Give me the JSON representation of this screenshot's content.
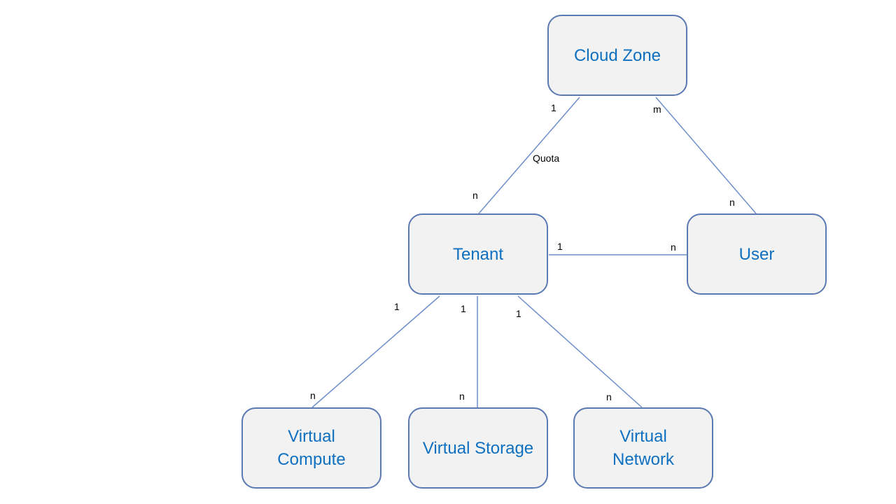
{
  "colors": {
    "node_fill": "#f2f2f2",
    "node_border": "#5b79b3",
    "node_text": "#0f70c0",
    "edge": "#6d8fcb",
    "label_text": "#000000"
  },
  "nodes": {
    "cloud_zone": "Cloud Zone",
    "tenant": "Tenant",
    "user": "User",
    "virtual_compute": "Virtual\nCompute",
    "virtual_storage": "Virtual Storage",
    "virtual_network": "Virtual\nNetwork"
  },
  "edges": {
    "cloudzone_tenant": {
      "from": "1",
      "to": "n",
      "name": "Quota"
    },
    "cloudzone_user": {
      "from": "m",
      "to": "n"
    },
    "tenant_user": {
      "from": "1",
      "to": "n"
    },
    "tenant_compute": {
      "from": "1",
      "to": "n"
    },
    "tenant_storage": {
      "from": "1",
      "to": "n"
    },
    "tenant_network": {
      "from": "1",
      "to": "n"
    }
  }
}
